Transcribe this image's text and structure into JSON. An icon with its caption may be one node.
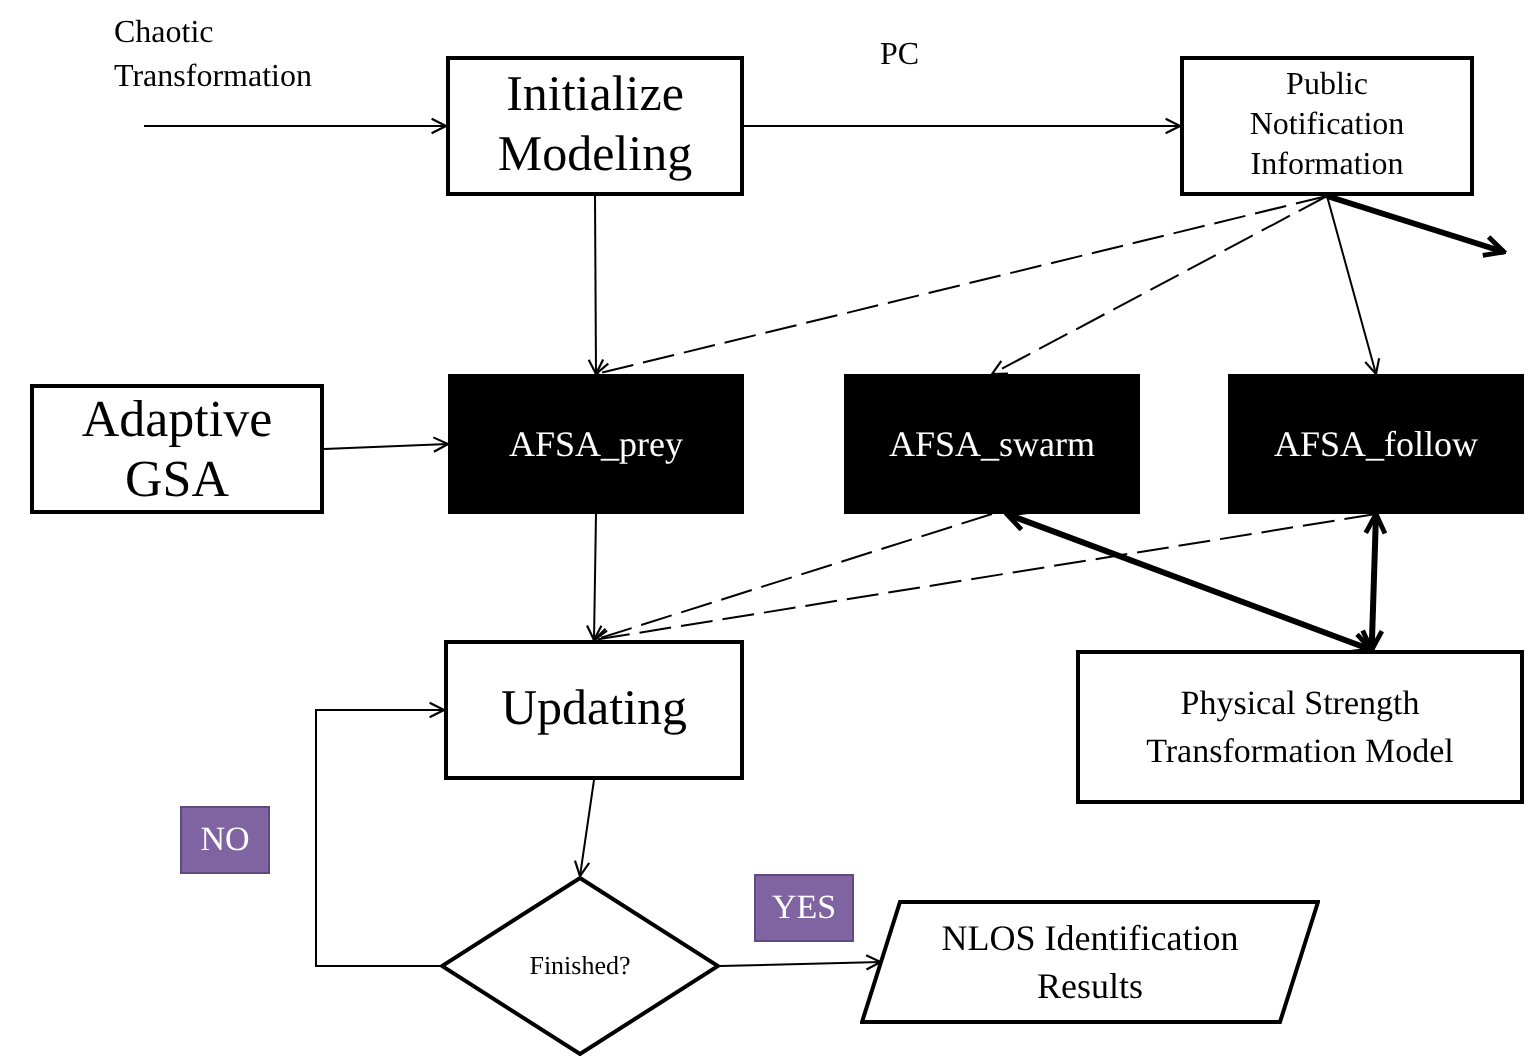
{
  "diagram": {
    "nodes": [
      {
        "text": [
          "Initialize Modeling"
        ]
      },
      {
        "text": [
          "Public Notification Information"
        ]
      },
      {
        "text": [
          "Adaptive GSA"
        ]
      },
      {
        "text": [
          "AFSA_prey"
        ]
      },
      {
        "text": [
          "AFSA_swarm"
        ]
      },
      {
        "text": [
          "AFSA_follow"
        ]
      },
      {
        "text": [
          "Updating"
        ]
      },
      {
        "text": [
          "Physical Strength Transformation Model"
        ]
      },
      {
        "text": [
          "Finished?"
        ]
      },
      {
        "text": [
          "NLOS Identification Results"
        ]
      }
    ],
    "edges": [
      {
        "from": null,
        "to": 0,
        "arrow": "to",
        "label": "Chaotic Transformation"
      },
      {
        "from": 0,
        "to": 1,
        "arrow": "to",
        "label": "PC"
      },
      {
        "from": 1,
        "to": null,
        "arrow": "to",
        "style": "thick"
      },
      {
        "from": 0,
        "to": 3,
        "arrow": "to"
      },
      {
        "from": 1,
        "to": 3,
        "arrow": "to",
        "style": "dashed"
      },
      {
        "from": 1,
        "to": 4,
        "arrow": "to",
        "style": "dashed"
      },
      {
        "from": 1,
        "to": 5,
        "arrow": "to"
      },
      {
        "from": 2,
        "to": 3,
        "arrow": "to"
      },
      {
        "from": 3,
        "to": 6,
        "arrow": "to"
      },
      {
        "from": 4,
        "to": 6,
        "arrow": "to",
        "style": "dashed"
      },
      {
        "from": 5,
        "to": 6,
        "arrow": "to",
        "style": "dashed"
      },
      {
        "from": 4,
        "to": 7,
        "arrow": "both",
        "style": "thick"
      },
      {
        "from": 5,
        "to": 7,
        "arrow": "both",
        "style": "thick"
      },
      {
        "from": 6,
        "to": 8,
        "arrow": "to"
      },
      {
        "from": 8,
        "to": 6,
        "arrow": "to",
        "label": "NO"
      },
      {
        "from": 8,
        "to": 9,
        "arrow": "to",
        "label": "YES"
      }
    ]
  }
}
